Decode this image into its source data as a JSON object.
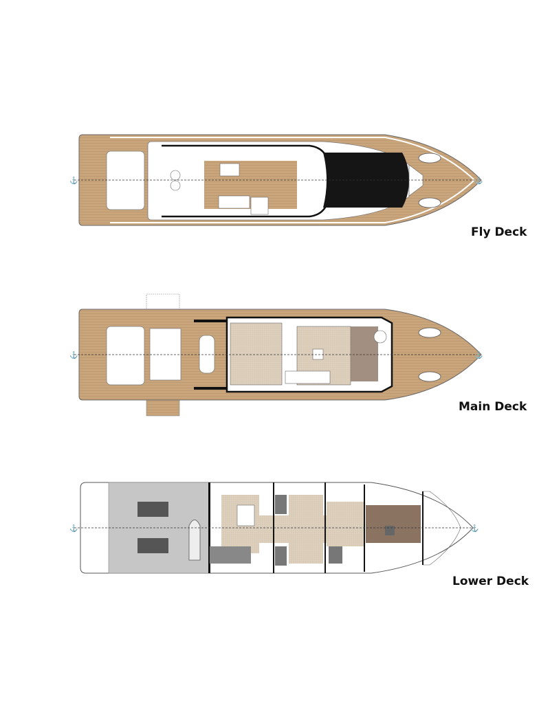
{
  "decks": [
    {
      "label": "Fly Deck"
    },
    {
      "label": "Main Deck"
    },
    {
      "label": "Lower Deck"
    }
  ],
  "colors": {
    "teak": "#c9a57c",
    "interior_floor": "#ddd0bd",
    "engine_room": "#c6c6c6",
    "crew_floor": "#8b7362",
    "windshield": "#151515",
    "outline": "#555555"
  }
}
